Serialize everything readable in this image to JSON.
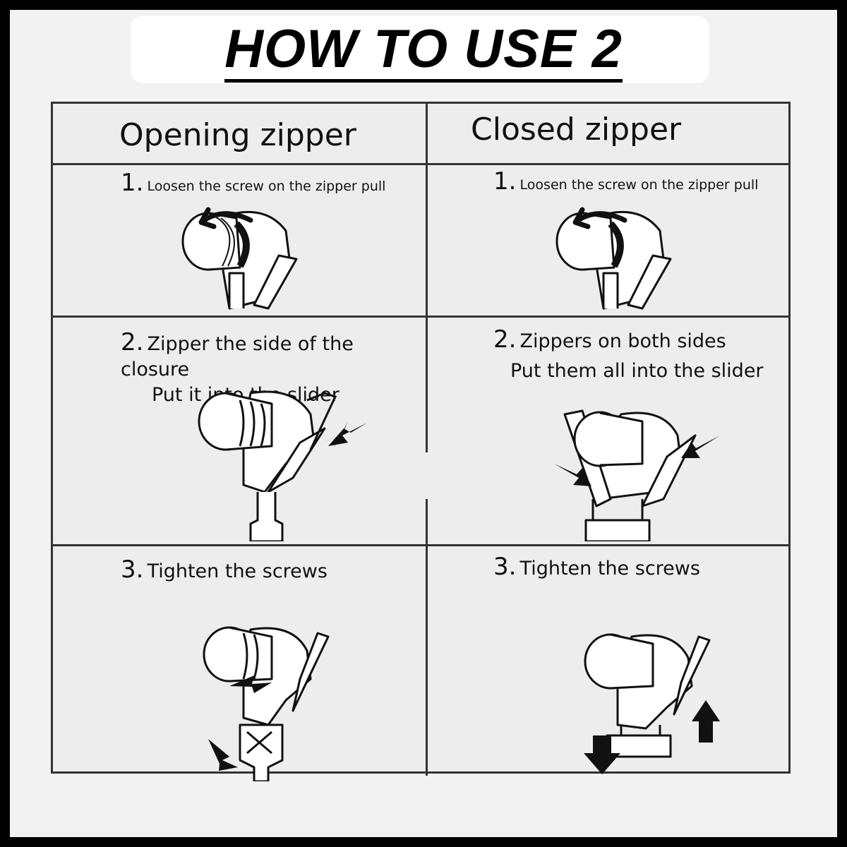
{
  "title": "HOW TO USE  2",
  "columns": [
    {
      "heading": "Opening zipper",
      "steps": [
        {
          "number": "1.",
          "lines": [
            "Loosen the screw on the zipper pull"
          ]
        },
        {
          "number": "2.",
          "lines": [
            "Zipper the side of the closure",
            "Put it into the slider"
          ]
        },
        {
          "number": "3.",
          "lines": [
            "Tighten the screws"
          ]
        }
      ]
    },
    {
      "heading": "Closed zipper",
      "steps": [
        {
          "number": "1.",
          "lines": [
            "Loosen the screw on the zipper pull"
          ]
        },
        {
          "number": "2.",
          "lines": [
            "Zippers on both sides",
            "Put them all into the slider"
          ]
        },
        {
          "number": "3.",
          "lines": [
            "Tighten the screws"
          ]
        }
      ]
    }
  ]
}
